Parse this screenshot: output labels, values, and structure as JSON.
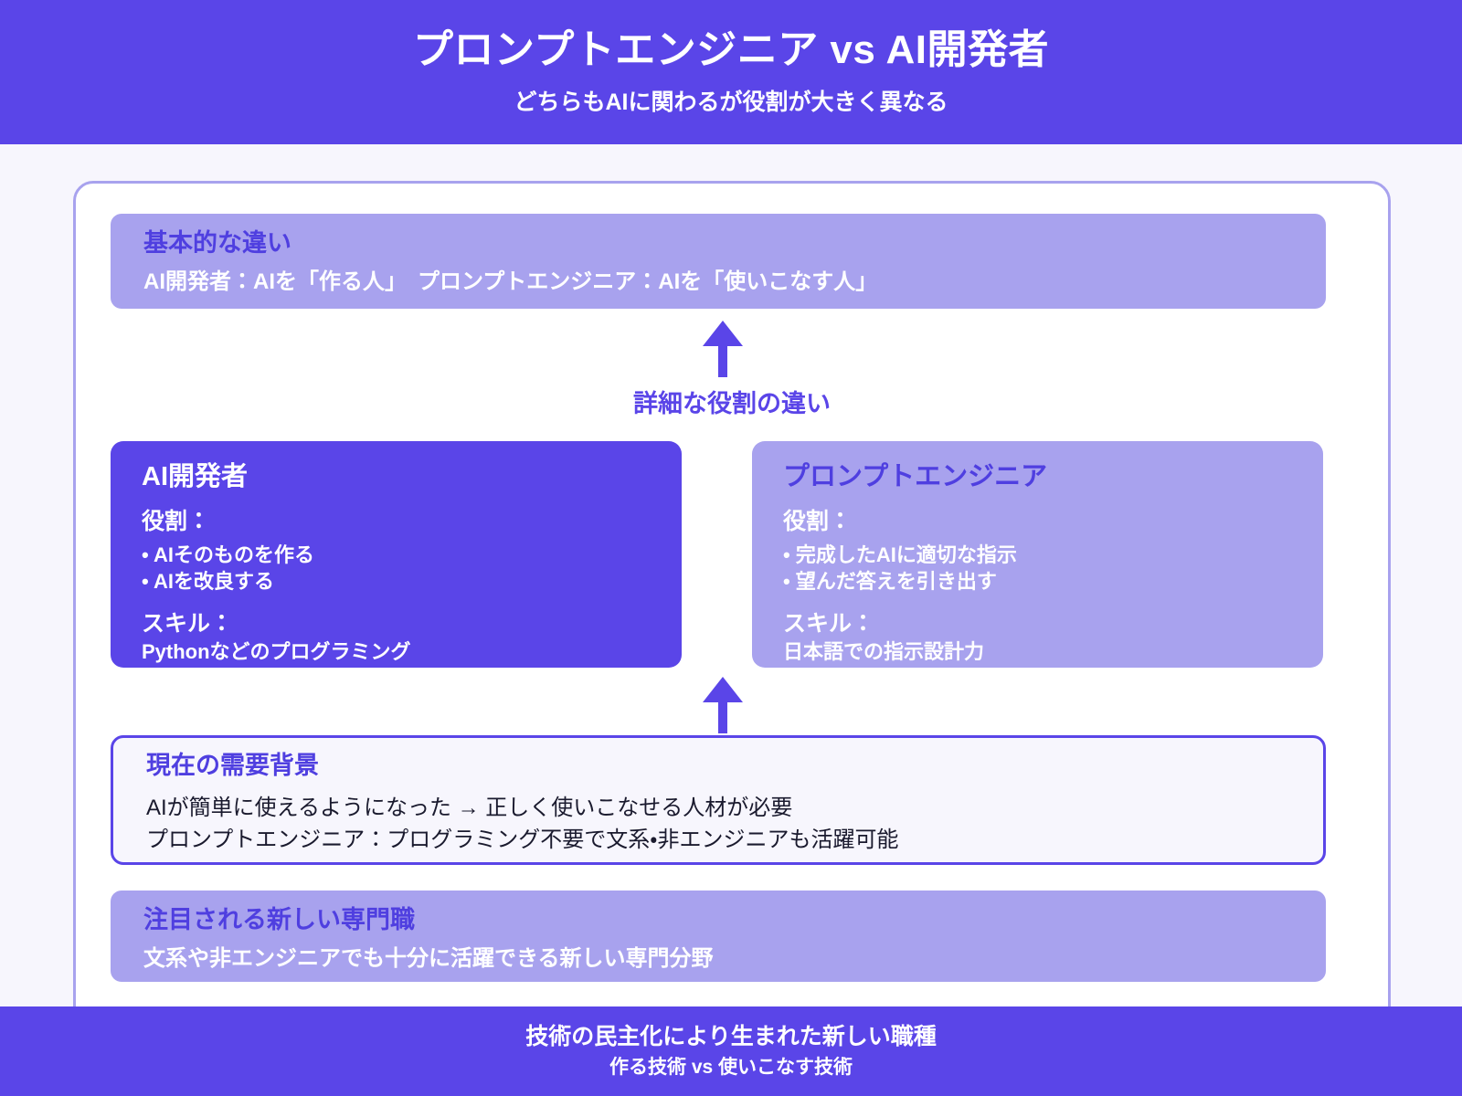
{
  "header": {
    "title": "プロンプトエンジニア vs AI開発者",
    "subtitle": "どちらもAIに関わるが役割が大きく異なる"
  },
  "basic_difference": {
    "title": "基本的な違い",
    "body": "AI開発者：AIを「作る人」　プロンプトエンジニア：AIを「使いこなす人」"
  },
  "arrow_label": "詳細な役割の違い",
  "cards": [
    {
      "id": "ai-developer",
      "title": "AI開発者",
      "role_label": "役割：",
      "bullets": [
        "AIそのものを作る",
        "AIを改良する"
      ],
      "skill_label": "スキル：",
      "skill_value": "Pythonなどのプログラミング"
    },
    {
      "id": "prompt-engineer",
      "title": "プロンプトエンジニア",
      "role_label": "役割：",
      "bullets": [
        "完成したAIに適切な指示",
        "望んだ答えを引き出す"
      ],
      "skill_label": "スキル：",
      "skill_value": "日本語での指示設計力"
    }
  ],
  "demand": {
    "title": "現在の需要背景",
    "line1": "AIが簡単に使えるようになった → 正しく使いこなせる人材が必要",
    "line2": "プロンプトエンジニア：プログラミング不要で文系・非エンジニアも活躍可能"
  },
  "spotlight": {
    "title": "注目される新しい専門職",
    "body": "文系や非エンジニアでも十分に活躍できる新しい専門分野"
  },
  "footer": {
    "line1": "技術の民主化により生まれた新しい職種",
    "line2": "作る技術 vs 使いこなす技術"
  },
  "colors": {
    "brand_purple": "#5a45e8",
    "light_purple": "#a8a2ee",
    "title_purple": "#4f3fe0",
    "page_background": "#f7f6fd",
    "card_white": "#ffffff"
  }
}
